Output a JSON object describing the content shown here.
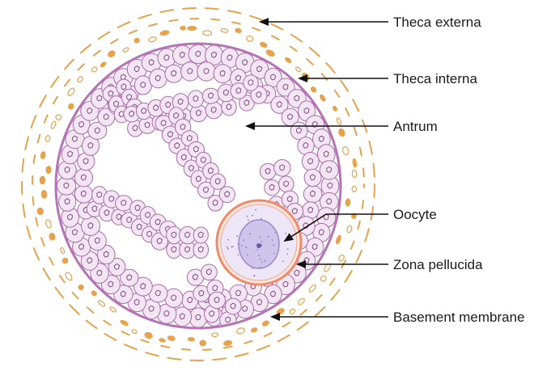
{
  "labels": {
    "theca_externa": "Theca externa",
    "theca_interna": "Theca interna",
    "antrum": "Antrum",
    "oocyte": "Oocyte",
    "zona_pellucida": "Zona pellucida",
    "basement_membrane": "Basement membrane"
  },
  "colors": {
    "cell_fill": "#f3e6f3",
    "cell_stroke": "#a86aa8",
    "basement_membrane": "#b574b5",
    "theca_externa": "#e6a24c",
    "theca_interna": "#e6a24c",
    "zona_pellucida": "#f08a6a",
    "oocyte_fill": "#e4def2",
    "nucleus_fill": "#c9bfe6",
    "arrow": "#111111"
  }
}
